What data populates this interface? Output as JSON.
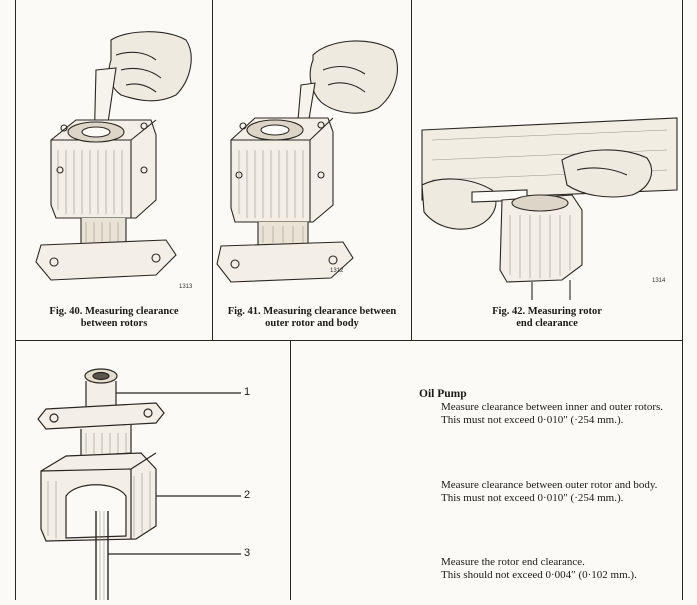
{
  "figures": [
    {
      "caption_line1": "Fig. 40.   Measuring clearance",
      "caption_line2": "between rotors",
      "plate_number": "1313"
    },
    {
      "caption_line1": "Fig. 41.   Measuring clearance between",
      "caption_line2": "outer rotor and body",
      "plate_number": "1312"
    },
    {
      "caption_line1": "Fig. 42.   Measuring rotor",
      "caption_line2": "end clearance",
      "plate_number": "1314"
    }
  ],
  "diagram": {
    "callouts": [
      "1",
      "2",
      "3"
    ]
  },
  "oil_pump": {
    "heading": "Oil Pump",
    "para1_line1": "Measure clearance between inner and outer rotors.",
    "para1_line2": "This must not exceed 0·010″ (·254 mm.).",
    "para2_line1": "Measure clearance between outer rotor and body.",
    "para2_line2": "This must not exceed 0·010″ (·254 mm.).",
    "para3_line1": "Measure the rotor end clearance.",
    "para3_line2": "This should not exceed 0·004″ (0·102 mm.)."
  }
}
